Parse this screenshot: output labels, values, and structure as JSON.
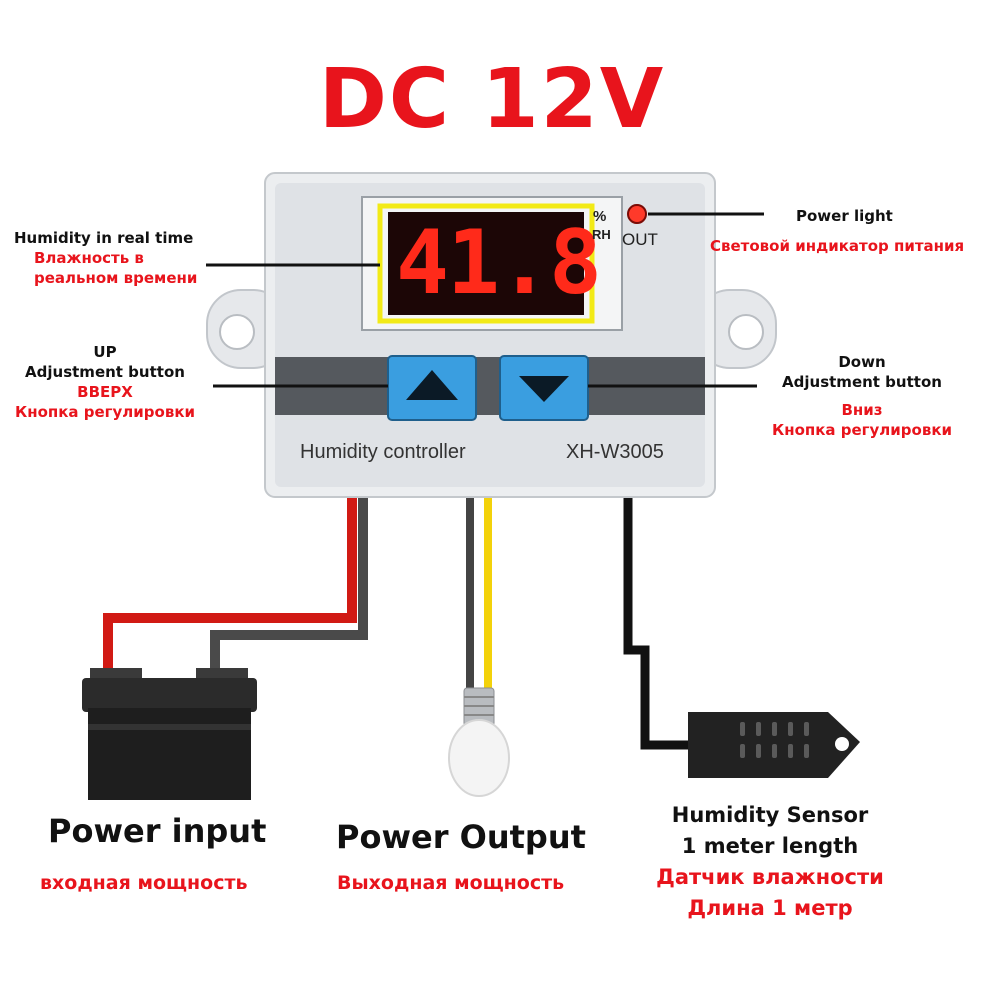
{
  "headline": "DC 12V",
  "device": {
    "display_value": "41.8",
    "unit_percent": "%",
    "unit_rh": "RH",
    "out_label": "OUT",
    "name_label": "Humidity controller",
    "model_label": "XH-W3005"
  },
  "callouts": {
    "humidity_realtime": {
      "en": "Humidity in real time",
      "ru_line1": "Влажность в",
      "ru_line2": "реальном времени"
    },
    "power_light": {
      "en": "Power light",
      "ru": "Световой индикатор питания"
    },
    "up_button": {
      "en_line1": "UP",
      "en_line2": "Adjustment button",
      "ru_line1": "ВВЕРХ",
      "ru_line2": "Кнопка регулировки"
    },
    "down_button": {
      "en_line1": "Down",
      "en_line2": "Adjustment button",
      "ru_line1": "Вниз",
      "ru_line2": "Кнопка регулировки"
    }
  },
  "bottom": {
    "power_input": {
      "en": "Power input",
      "ru": "входная мощность"
    },
    "power_output": {
      "en": "Power Output",
      "ru": "Выходная мощность"
    },
    "sensor": {
      "en_line1": "Humidity Sensor",
      "en_line2": "1 meter length",
      "ru_line1": "Датчик влажности",
      "ru_line2": "Длина 1 метр"
    }
  },
  "colors": {
    "title_red": "#e8141c",
    "led_red": "#ff2a1a",
    "button_blue": "#3a9ee0",
    "panel_gray": "#d9dde2"
  }
}
